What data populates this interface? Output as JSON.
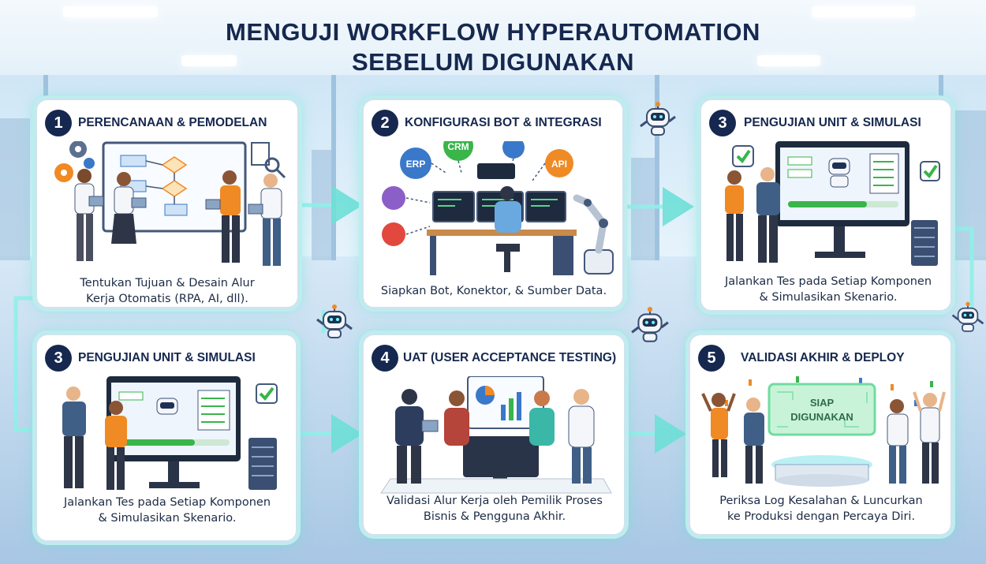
{
  "title": {
    "line1": "MENGUJI WORKFLOW HYPERAUTOMATION",
    "line2": "SEBELUM DIGUNAKAN"
  },
  "steps": [
    {
      "number": "1",
      "title": "PERENCANAAN & PEMODELAN",
      "caption_line1": "Tentukan Tujuan & Desain Alur",
      "caption_line2": "Kerja Otomatis (RPA, AI, dll)."
    },
    {
      "number": "2",
      "title": "KONFIGURASI BOT & INTEGRASI",
      "caption_line1": "Siapkan Bot, Konektor, & Sumber Data.",
      "caption_line2": "",
      "integrations": [
        "ERP",
        "CRM",
        "API"
      ]
    },
    {
      "number": "3",
      "title": "PENGUJIAN UNIT & SIMULASI",
      "caption_line1": "Jalankan Tes pada Setiap Komponen",
      "caption_line2": "& Simulasikan Skenario."
    },
    {
      "number": "3",
      "title": "PENGUJIAN UNIT & SIMULASI",
      "caption_line1": "Jalankan Tes pada Setiap Komponen",
      "caption_line2": "& Simulasikan Skenario."
    },
    {
      "number": "4",
      "title": "UAT (USER ACCEPTANCE TESTING)",
      "caption_line1": "Validasi Alur Kerja oleh Pemilik Proses",
      "caption_line2": "Bisnis & Pengguna Akhir."
    },
    {
      "number": "5",
      "title": "VALIDASI AKHIR & DEPLOY",
      "caption_line1": "Periksa Log Kesalahan & Luncurkan",
      "caption_line2": "ke Produksi dengan Percaya Diri.",
      "sign_line1": "SIAP",
      "sign_line2": "DIGUNAKAN"
    }
  ],
  "colors": {
    "navy": "#16284f",
    "glow": "#60ded6",
    "check_green": "#39b54a",
    "accent_orange": "#f08a24"
  }
}
